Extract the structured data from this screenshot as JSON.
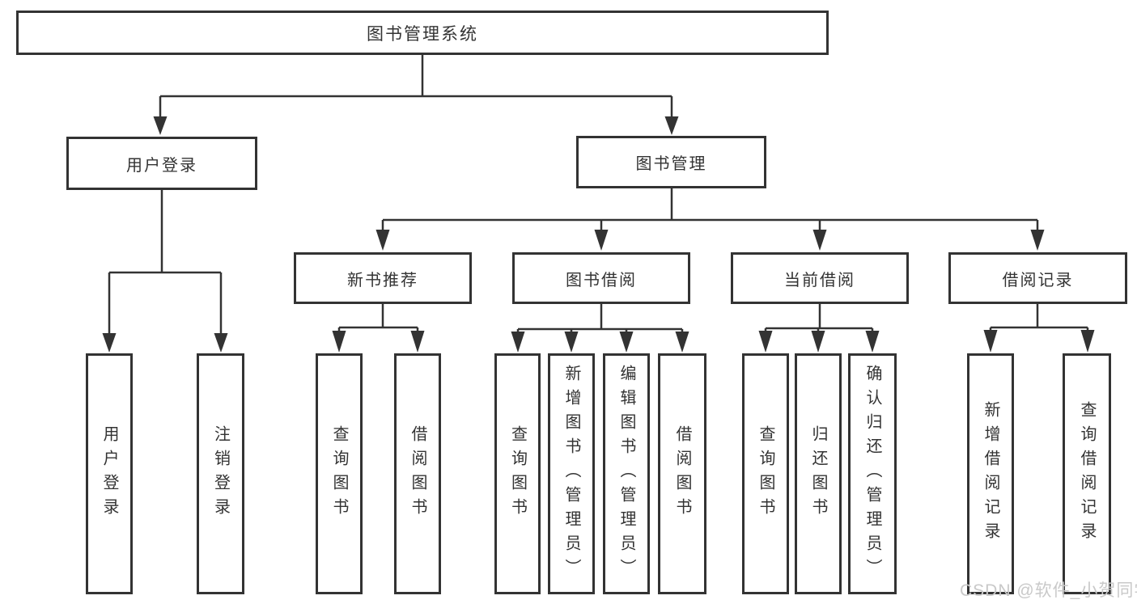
{
  "diagram_type": "hierarchy-tree",
  "tree": {
    "label": "图书管理系统",
    "children": [
      {
        "label": "用户登录",
        "children": [
          {
            "label": "用户登录"
          },
          {
            "label": "注销登录"
          }
        ]
      },
      {
        "label": "图书管理",
        "children": [
          {
            "label": "新书推荐",
            "children": [
              {
                "label": "查询图书"
              },
              {
                "label": "借阅图书"
              }
            ]
          },
          {
            "label": "图书借阅",
            "children": [
              {
                "label": "查询图书"
              },
              {
                "label": "新增图书（管理员）"
              },
              {
                "label": "编辑图书（管理员）"
              },
              {
                "label": "借阅图书"
              }
            ]
          },
          {
            "label": "当前借阅",
            "children": [
              {
                "label": "查询图书"
              },
              {
                "label": "归还图书"
              },
              {
                "label": "确认归还（管理员）"
              }
            ]
          },
          {
            "label": "借阅记录",
            "children": [
              {
                "label": "新增借阅记录"
              },
              {
                "label": "查询借阅记录"
              }
            ]
          }
        ]
      }
    ]
  },
  "watermark": {
    "text": "CSDN @软件_小贺同学"
  },
  "colors": {
    "line": "#333333",
    "text": "#333333",
    "watermark": "#c9c9c9",
    "bg": "#ffffff"
  }
}
